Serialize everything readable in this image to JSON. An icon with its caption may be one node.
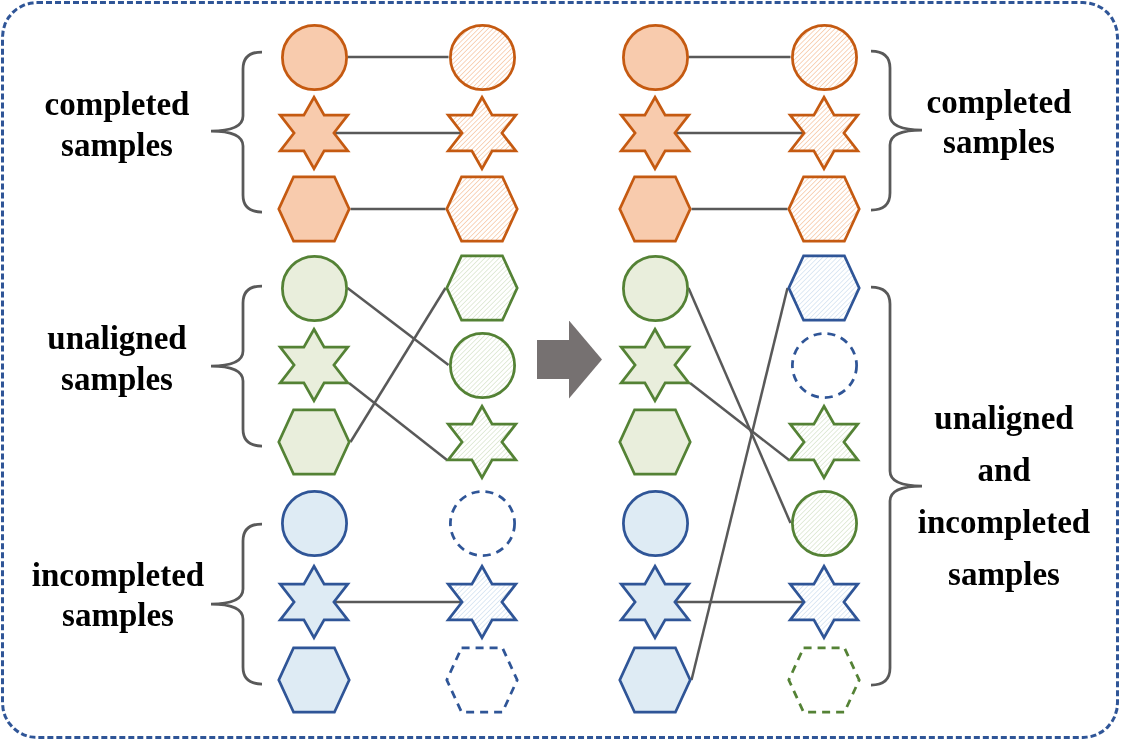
{
  "diagram": {
    "nodes": [
      {
        "text": [],
        "shape": "picture"
      },
      {
        "text": [],
        "shape": "circle",
        "in": 0
      },
      {
        "text": [],
        "shape": "star",
        "in": 0
      },
      {
        "text": [],
        "shape": "hexagon",
        "in": 0
      },
      {
        "text": [],
        "shape": "circle",
        "in": 0
      },
      {
        "text": [],
        "shape": "star",
        "in": 0
      },
      {
        "text": [],
        "shape": "hexagon",
        "in": 0
      },
      {
        "text": [],
        "shape": "circle",
        "in": 0
      },
      {
        "text": [],
        "shape": "star",
        "in": 0
      },
      {
        "text": [],
        "shape": "hexagon",
        "in": 0
      },
      {
        "text": [],
        "shape": "circle",
        "in": 0
      },
      {
        "text": [],
        "shape": "star",
        "in": 0
      },
      {
        "text": [],
        "shape": "hexagon",
        "in": 0
      },
      {
        "text": [],
        "shape": "hexagon",
        "in": 0
      },
      {
        "text": [],
        "shape": "circle",
        "in": 0
      },
      {
        "text": [],
        "shape": "star",
        "in": 0
      },
      {
        "text": [],
        "shape": "circle",
        "in": 0
      },
      {
        "text": [],
        "shape": "star",
        "in": 0
      },
      {
        "text": [],
        "shape": "hexagon",
        "in": 0
      },
      {
        "text": [],
        "shape": "picture"
      },
      {
        "text": [],
        "shape": "circle",
        "in": 19
      },
      {
        "text": [],
        "shape": "star",
        "in": 19
      },
      {
        "text": [],
        "shape": "hexagon",
        "in": 19
      },
      {
        "text": [],
        "shape": "circle",
        "in": 19
      },
      {
        "text": [],
        "shape": "star",
        "in": 19
      },
      {
        "text": [],
        "shape": "hexagon",
        "in": 19
      },
      {
        "text": [],
        "shape": "circle",
        "in": 19
      },
      {
        "text": [],
        "shape": "star",
        "in": 19
      },
      {
        "text": [],
        "shape": "hexagon",
        "in": 19
      },
      {
        "text": [],
        "shape": "circle",
        "in": 19
      },
      {
        "text": [],
        "shape": "star",
        "in": 19
      },
      {
        "text": [],
        "shape": "hexagon",
        "in": 19
      },
      {
        "text": [],
        "shape": "hexagon",
        "in": 19
      },
      {
        "text": [],
        "shape": "circle",
        "in": 19
      },
      {
        "text": [],
        "shape": "star",
        "in": 19
      },
      {
        "text": [],
        "shape": "circle",
        "in": 19
      },
      {
        "text": [],
        "shape": "star",
        "in": 19
      },
      {
        "text": [],
        "shape": "hexagon",
        "in": 19
      }
    ],
    "edges": [
      {
        "from": 1,
        "to": 10,
        "arrow": "none"
      },
      {
        "from": 2,
        "to": 11,
        "arrow": "none"
      },
      {
        "from": 3,
        "to": 12,
        "arrow": "none"
      },
      {
        "from": 4,
        "to": 14,
        "arrow": "none"
      },
      {
        "from": 5,
        "to": 15,
        "arrow": "none"
      },
      {
        "from": 6,
        "to": 13,
        "arrow": "none"
      },
      {
        "from": 8,
        "to": 17,
        "arrow": "none"
      },
      {
        "from": 0,
        "to": 19,
        "arrow": "to",
        "style": "thick",
        "color": "#767171"
      },
      {
        "from": 20,
        "to": 29,
        "arrow": "none"
      },
      {
        "from": 21,
        "to": 30,
        "arrow": "none"
      },
      {
        "from": 22,
        "to": 31,
        "arrow": "none"
      },
      {
        "from": 23,
        "to": 35,
        "arrow": "none"
      },
      {
        "from": 24,
        "to": 34,
        "arrow": "none"
      },
      {
        "from": 27,
        "to": 36,
        "arrow": "none"
      },
      {
        "from": 28,
        "to": 32,
        "arrow": "none"
      }
    ],
    "labels": [
      "completed samples",
      "unaligned samples",
      "incompleted samples",
      "completed samples",
      "unaligned and incompleted samples"
    ]
  }
}
